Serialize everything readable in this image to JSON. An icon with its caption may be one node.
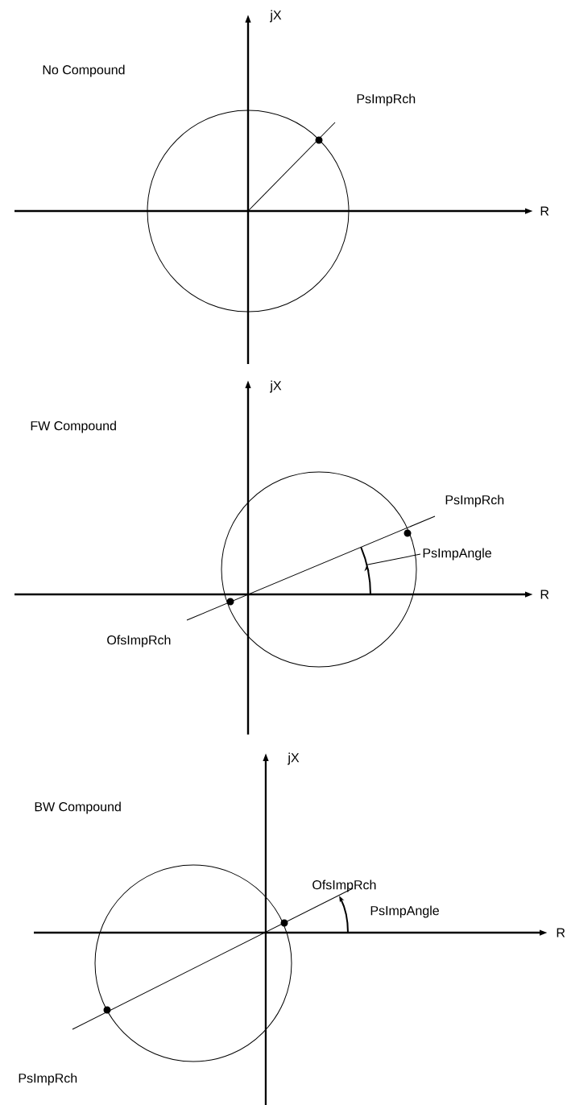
{
  "diagram": {
    "nodes": [
      {
        "text": [
          "PsImpAngle"
        ]
      },
      {
        "text": [],
        "shape": "arc"
      }
    ],
    "edges": [
      {
        "from": 0,
        "to": 1,
        "arrow": "none"
      }
    ],
    "labels": [
      "jX",
      "No Compound",
      "PsImpRch",
      "R",
      "jX",
      "FW  Compound",
      "PsImpRch",
      "R",
      "OfsImpRch",
      "jX",
      "BW Compound",
      "OfsImpRch",
      "PsImpAngle",
      "R",
      "PsImpRch"
    ]
  }
}
